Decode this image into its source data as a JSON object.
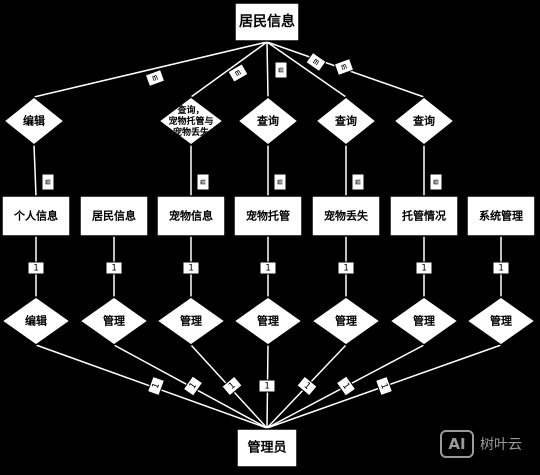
{
  "diagram": {
    "top_entity": "居民信息",
    "top_relations": [
      "编辑",
      "查询，宠物托管与宠物丢失",
      "查询",
      "查询",
      "查询"
    ],
    "entities": [
      "个人信息",
      "居民信息",
      "宠物信息",
      "宠物托管",
      "宠物丢失",
      "托管情况",
      "系统管理"
    ],
    "bottom_relations": [
      "编辑",
      "管理",
      "管理",
      "管理",
      "管理",
      "管理",
      "管理"
    ],
    "admin": "管理员",
    "cardinalities": {
      "upper": "m",
      "lower": "1"
    }
  },
  "watermark": {
    "badge": "AI",
    "text": "树叶云"
  },
  "colors": {
    "background": "#000000",
    "box_fill": "#ffffff",
    "stroke": "#000000",
    "line": "#ffffff"
  }
}
